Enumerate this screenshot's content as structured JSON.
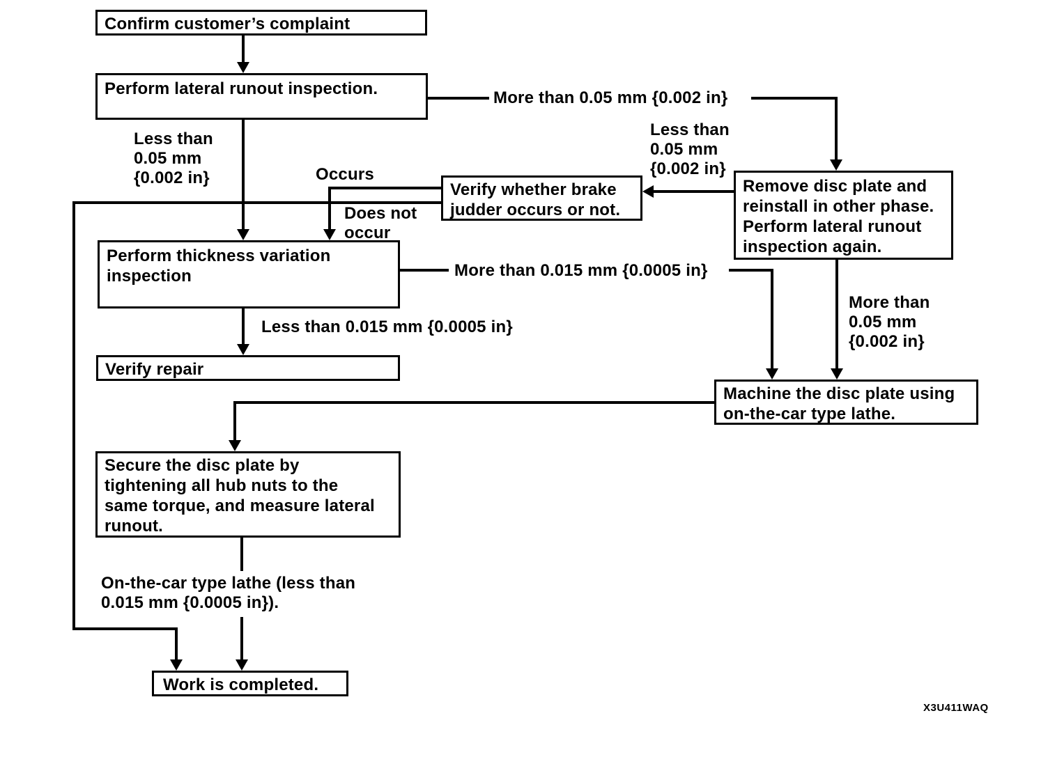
{
  "flowchart": {
    "boxes": {
      "confirm": "Confirm customer’s complaint",
      "lateral_runout": "Perform lateral runout inspection.",
      "judder": "Verify whether brake\njudder occurs or not.",
      "remove_reinstall": "Remove disc plate and\nreinstall in other phase.\nPerform lateral runout\ninspection again.",
      "thickness": "Perform thickness variation\ninspection",
      "verify_repair": "Verify repair",
      "machine": "Machine the disc plate using\non-the-car type lathe.",
      "secure": "Secure the disc plate by\ntightening all hub nuts to the\nsame torque, and measure lateral\nrunout.",
      "work_completed": "Work is completed."
    },
    "edge_labels": {
      "less_than_005_left": "Less than\n0.05 mm\n{0.002 in}",
      "more_than_005_top": "More than 0.05 mm {0.002 in}",
      "less_than_005_right": "Less than\n0.05 mm\n{0.002 in}",
      "occurs": "Occurs",
      "does_not_occur": "Does not\noccur",
      "more_than_0015": "More than 0.015 mm {0.0005 in}",
      "less_than_0015": "Less than 0.015 mm {0.0005 in}",
      "more_than_005_right": "More than\n0.05 mm\n{0.002 in}",
      "on_the_car_lathe": "On-the-car type lathe (less than\n0.015 mm {0.0005 in})."
    },
    "figure_code": "X3U411WAQ",
    "colors": {
      "line": "#000000",
      "background": "#ffffff"
    }
  }
}
